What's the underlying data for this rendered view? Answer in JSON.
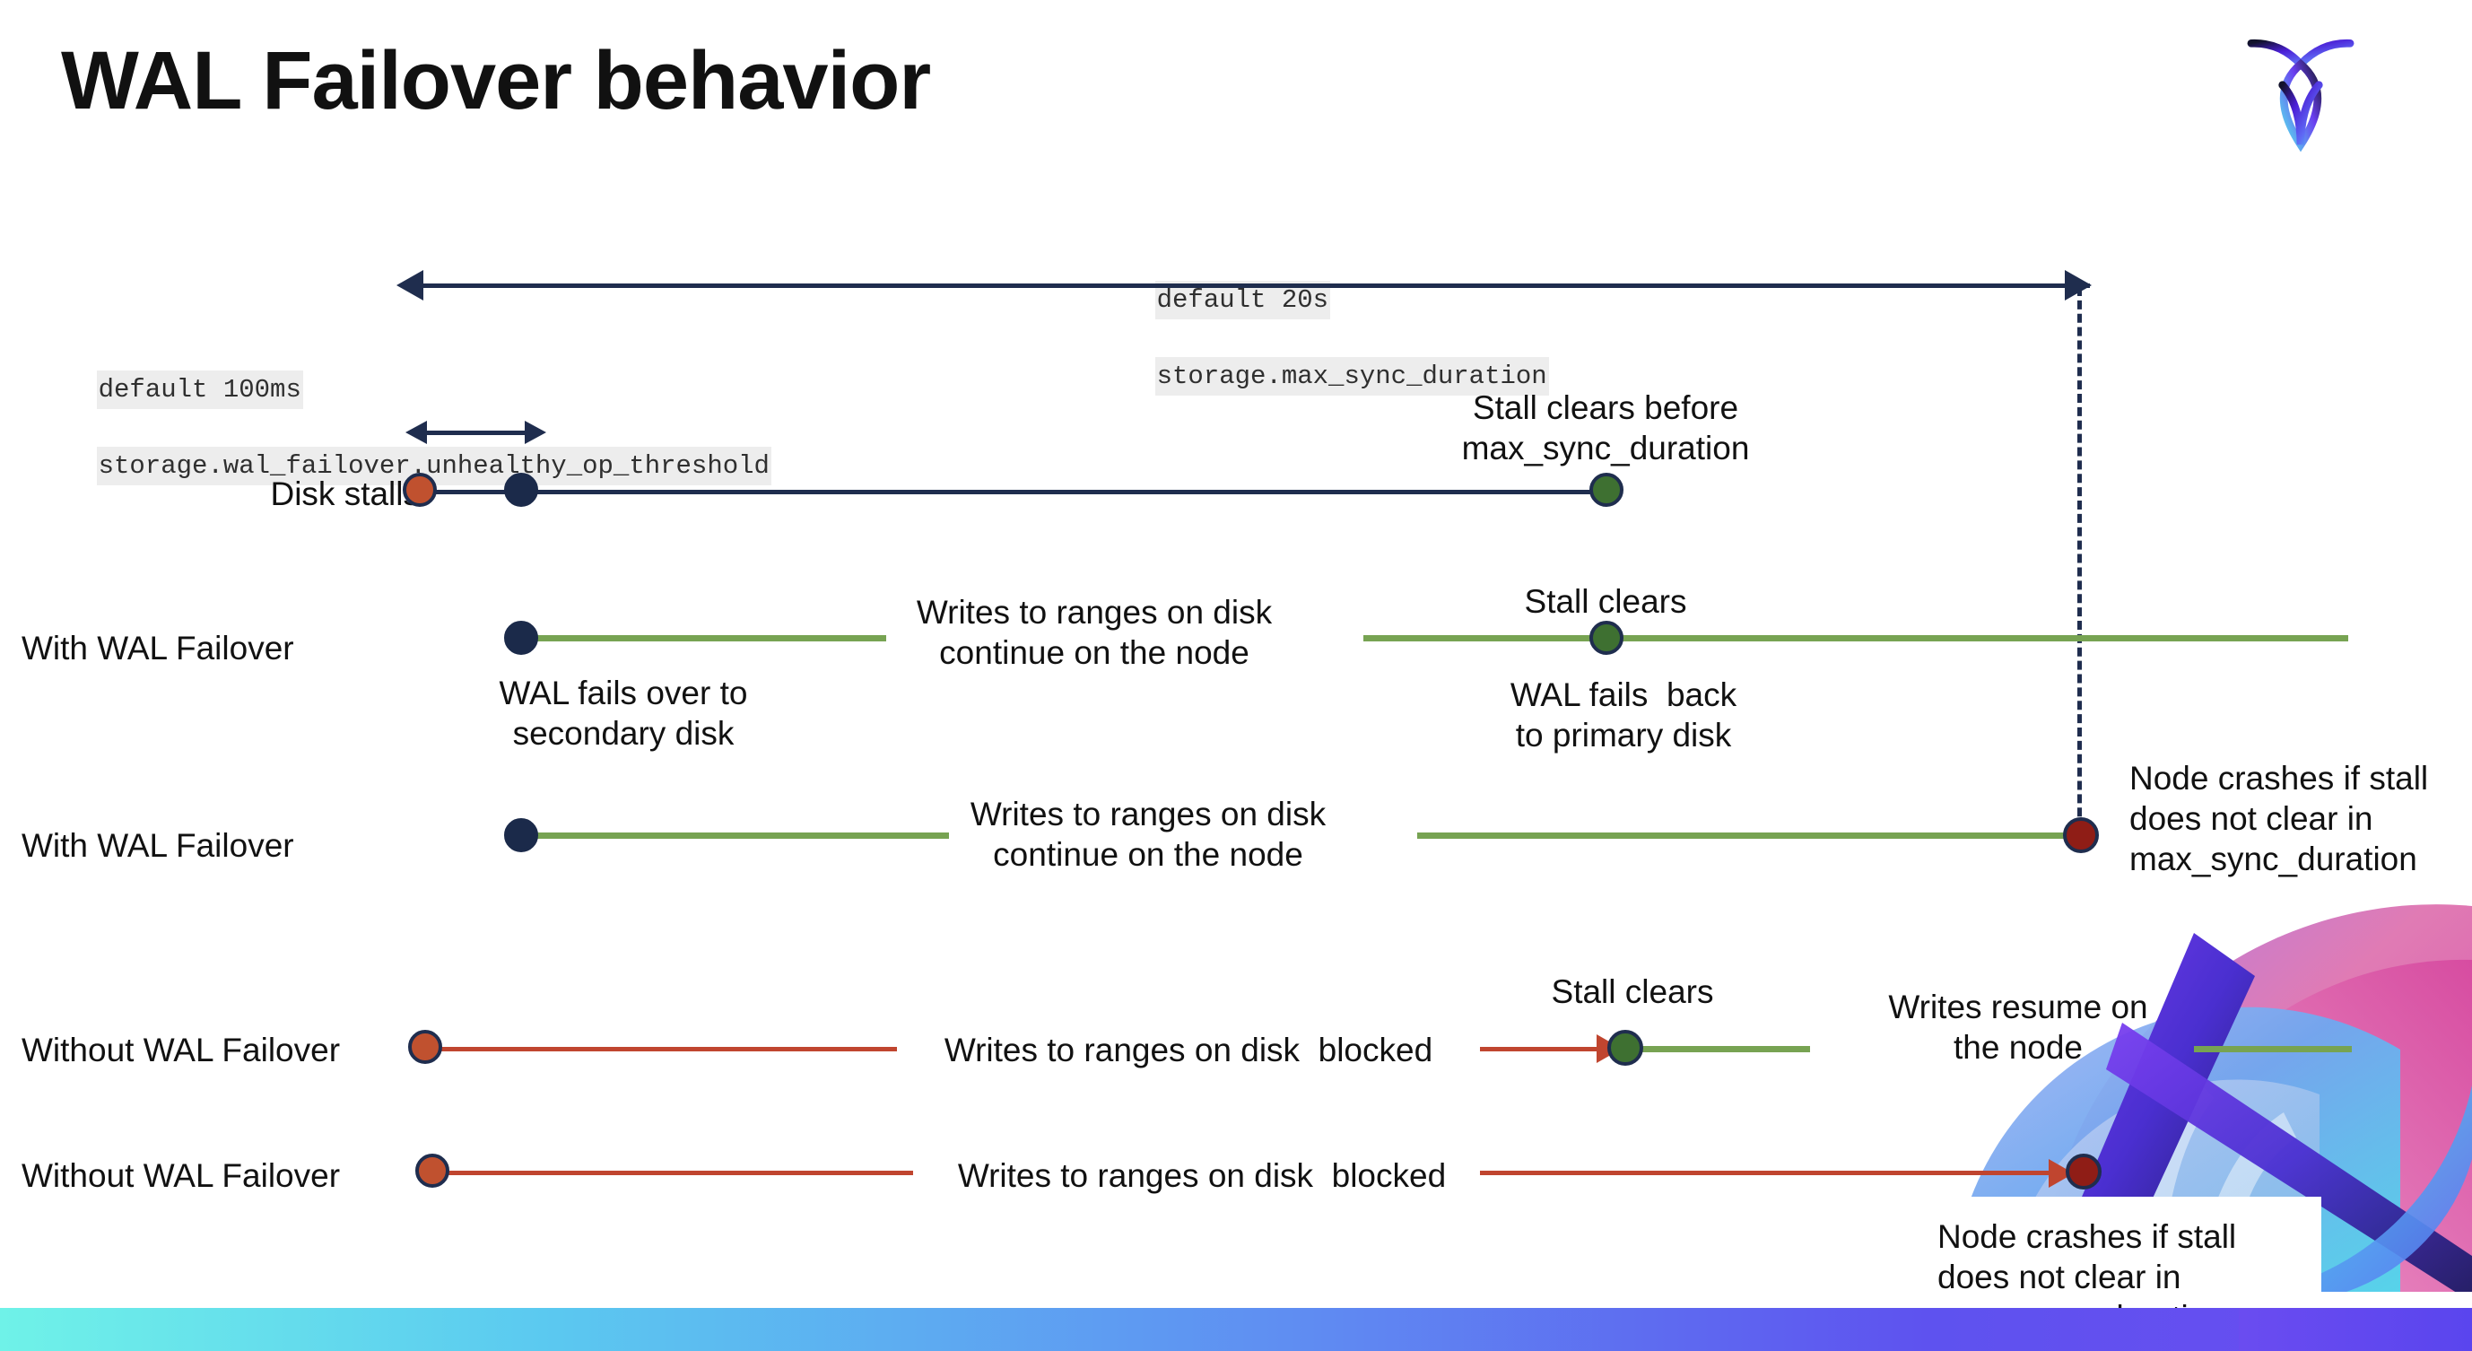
{
  "slide": {
    "title": "WAL Failover behavior",
    "logo_icon": "cockroach-labs-logo-icon"
  },
  "annotations": {
    "max_sync": {
      "default": "default 20s",
      "setting": "storage.max_sync_duration"
    },
    "unhealthy_op": {
      "default": "default 100ms",
      "setting": "storage.wal_failover.unhealthy_op_threshold"
    }
  },
  "rows": [
    {
      "id": "disk-stalls",
      "label": "Disk stalls",
      "note_right_line1": "Stall clears before",
      "note_right_line2": "max_sync_duration"
    },
    {
      "id": "with-wal-failover-1",
      "label": "With WAL Failover",
      "note_mid_line1": "Writes to ranges on disk",
      "note_mid_line2": "continue on the node",
      "note_above": "Stall clears",
      "note_below_left_line1": "WAL fails over to",
      "note_below_left_line2": "secondary disk",
      "note_below_right_line1": "WAL fails  back",
      "note_below_right_line2": "to primary disk"
    },
    {
      "id": "with-wal-failover-2",
      "label": "With WAL Failover",
      "note_mid_line1": "Writes to ranges on disk",
      "note_mid_line2": "continue on the node",
      "note_right_line1": "Node crashes if stall",
      "note_right_line2": "does not clear in",
      "note_right_line3": "max_sync_duration"
    },
    {
      "id": "without-wal-failover-1",
      "label": "Without WAL Failover",
      "note_mid": "Writes to ranges on disk  blocked",
      "note_above": "Stall clears",
      "note_right_line1": "Writes resume on",
      "note_right_line2": "the node"
    },
    {
      "id": "without-wal-failover-2",
      "label": "Without WAL Failover",
      "note_mid": "Writes to ranges on disk  blocked",
      "callout_line1": "Node crashes if stall",
      "callout_line2": "does not clear in",
      "callout_line3": "max_sync_duration"
    }
  ],
  "colors": {
    "navy": "#1f2d4e",
    "green_line": "#77a352",
    "green_dot": "#3e7031",
    "red_line": "#c0452f",
    "orange_dot": "#c0512f",
    "dark_red_dot": "#8f1d16",
    "code_chip_bg": "#ededed",
    "bottom_bar_gradient_start": "#6ff2e8",
    "bottom_bar_gradient_end": "#6a4cf0"
  }
}
